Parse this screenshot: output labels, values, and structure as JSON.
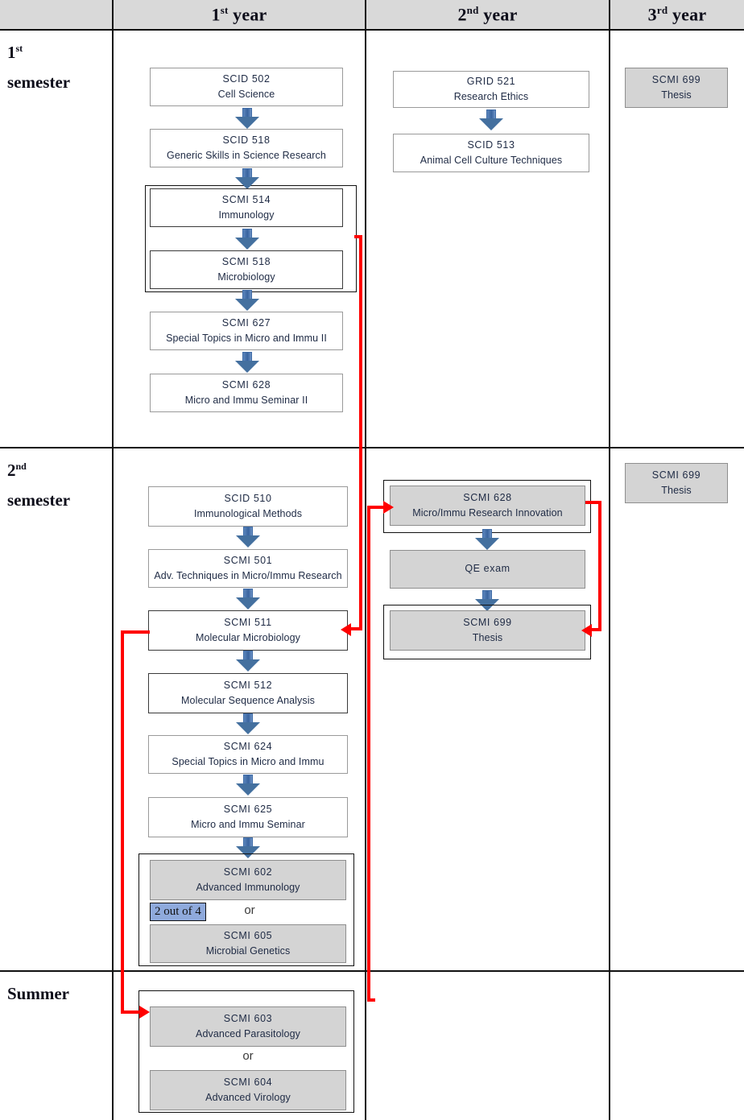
{
  "header": {
    "corner_label": "",
    "columns": [
      {
        "label": "1st year",
        "base": "1",
        "sup": "st",
        "tail": " year"
      },
      {
        "label": "2nd year",
        "base": "2",
        "sup": "nd",
        "tail": " year"
      },
      {
        "label": "3rd year",
        "base": "3",
        "sup": "rd",
        "tail": " year"
      }
    ]
  },
  "rows": [
    {
      "label": "1st semester",
      "base": "1",
      "sup": "st",
      "tail": "semester"
    },
    {
      "label": "2nd semester",
      "base": "2",
      "sup": "nd",
      "tail": "semester"
    },
    {
      "label": "Summer",
      "base": "Summer",
      "sup": "",
      "tail": ""
    }
  ],
  "labels": {
    "or": "or",
    "two_out_of_four": "2 out of 4"
  },
  "colors": {
    "header_fill": "#d9d9d9",
    "shaded_box": "#d4d4d4",
    "arrow_blue": "#44709f",
    "connector_red": "#ff0000",
    "badge_blue": "#8faadc",
    "grid_line": "#111111"
  },
  "courses": {
    "y1s1": [
      {
        "code": "SCID 502",
        "name": "Cell Science"
      },
      {
        "code": "SCID 518",
        "name": "Generic Skills in Science Research"
      },
      {
        "code": "SCMI 514",
        "name": "Immunology"
      },
      {
        "code": "SCMI 518",
        "name": "Microbiology"
      },
      {
        "code": "SCMI 627",
        "name": "Special Topics in Micro and Immu II"
      },
      {
        "code": "SCMI 628",
        "name": "Micro and Immu Seminar II"
      }
    ],
    "y2s1": [
      {
        "code": "GRID 521",
        "name": "Research Ethics"
      },
      {
        "code": "SCID 513",
        "name": "Animal Cell Culture Techniques"
      }
    ],
    "y3s1": [
      {
        "code": "SCMI 699",
        "name": "Thesis"
      }
    ],
    "y1s2": [
      {
        "code": "SCID 510",
        "name": "Immunological Methods"
      },
      {
        "code": "SCMI 501",
        "name": "Adv. Techniques in Micro/Immu Research"
      },
      {
        "code": "SCMI 511",
        "name": "Molecular Microbiology"
      },
      {
        "code": "SCMI 512",
        "name": "Molecular Sequence Analysis"
      },
      {
        "code": "SCMI 624",
        "name": "Special Topics in Micro and Immu"
      },
      {
        "code": "SCMI 625",
        "name": "Micro and Immu Seminar"
      },
      {
        "code": "SCMI 602",
        "name": "Advanced Immunology"
      },
      {
        "code": "SCMI 605",
        "name": "Microbial Genetics"
      }
    ],
    "y2s2": [
      {
        "code": "SCMI 628",
        "name": "Micro/Immu Research Innovation"
      },
      {
        "code": "QE exam",
        "name": ""
      },
      {
        "code": "SCMI 699",
        "name": "Thesis"
      }
    ],
    "y3s2": [
      {
        "code": "SCMI 699",
        "name": "Thesis"
      }
    ],
    "y1summer": [
      {
        "code": "SCMI 603",
        "name": "Advanced Parasitology"
      },
      {
        "code": "SCMI 604",
        "name": "Advanced Virology"
      }
    ]
  }
}
